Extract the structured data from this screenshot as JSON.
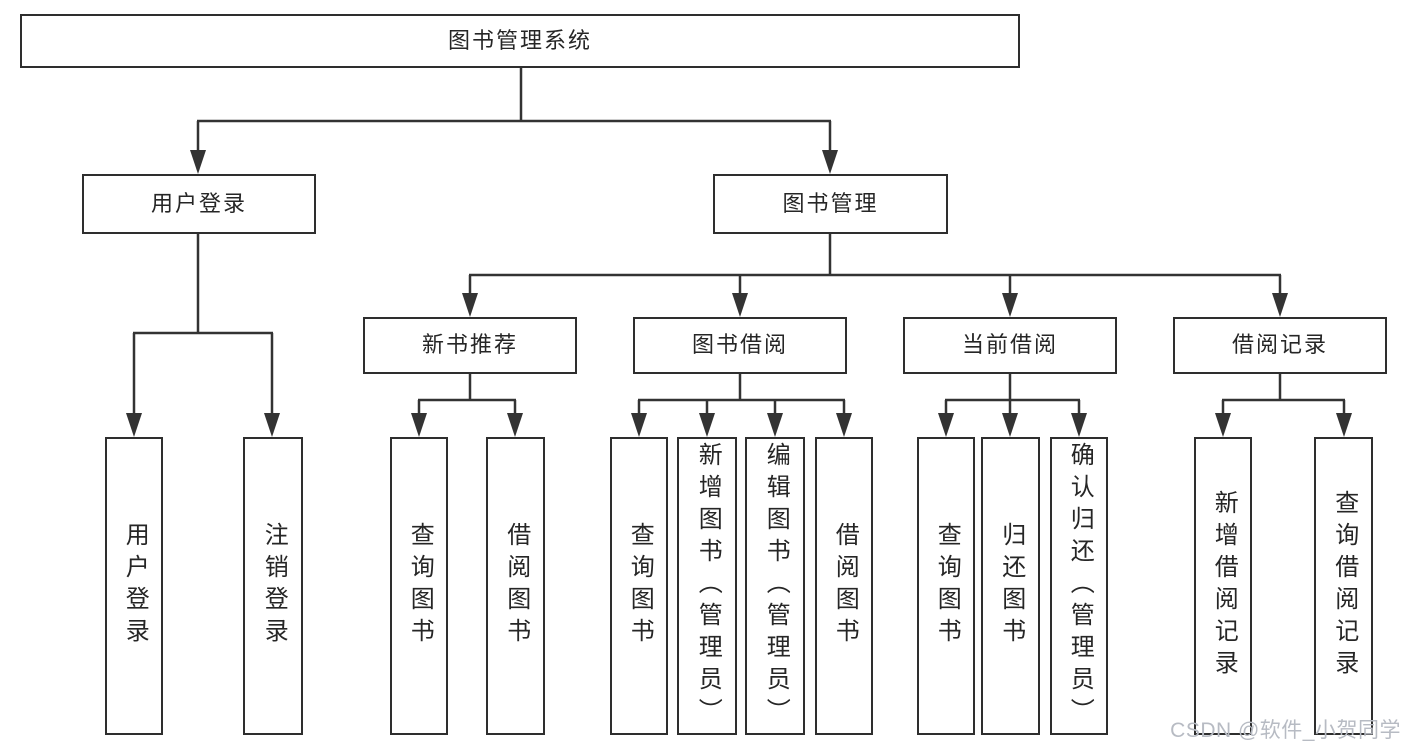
{
  "nodes": {
    "root": "图书管理系统",
    "user_login": "用户登录",
    "book_mgmt": "图书管理",
    "new_book_rec": "新书推荐",
    "book_borrow": "图书借阅",
    "current_borrow": "当前借阅",
    "borrow_records": "借阅记录",
    "leaf_user_login": "用户登录",
    "leaf_logout": "注销登录",
    "leaf_nb_query": "查询图书",
    "leaf_nb_borrow": "借阅图书",
    "leaf_bb_query": "查询图书",
    "leaf_bb_add": "新增图书（管理员）",
    "leaf_bb_edit": "编辑图书（管理员）",
    "leaf_bb_borrow": "借阅图书",
    "leaf_cb_query": "查询图书",
    "leaf_cb_return": "归还图书",
    "leaf_cb_confirm": "确认归还（管理员）",
    "leaf_br_add": "新增借阅记录",
    "leaf_br_query": "查询借阅记录"
  },
  "watermark": "CSDN @软件_小贺同学",
  "colors": {
    "line": "#333333",
    "box_border": "#2e2e2e",
    "text": "#262626",
    "watermark": "#b7bbc3",
    "background": "#ffffff"
  }
}
